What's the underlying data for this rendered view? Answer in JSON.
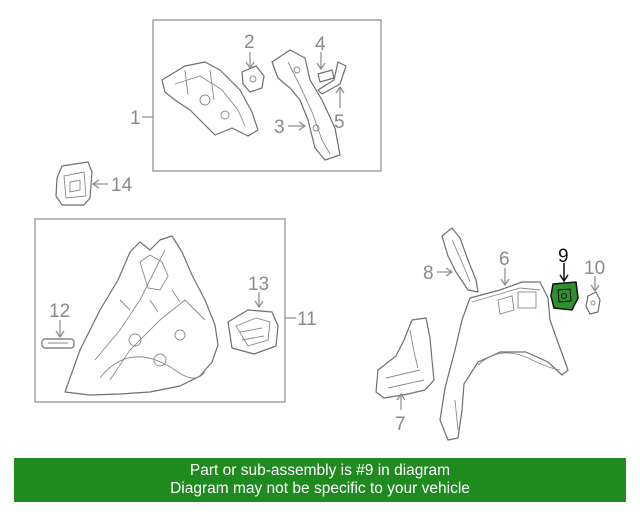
{
  "callouts": {
    "c1": "1",
    "c2": "2",
    "c3": "3",
    "c4": "4",
    "c5": "5",
    "c6": "6",
    "c7": "7",
    "c8": "8",
    "c9": "9",
    "c10": "10",
    "c11": "11",
    "c12": "12",
    "c13": "13",
    "c14": "14"
  },
  "highlight_part": "9",
  "colors": {
    "banner": "#1f8a1f",
    "highlight_part": "#2f8f2f",
    "line": "#8a8a8a"
  },
  "banner": {
    "line1": "Part or sub-assembly is #9 in diagram",
    "line2": "Diagram may not be specific to your vehicle"
  }
}
